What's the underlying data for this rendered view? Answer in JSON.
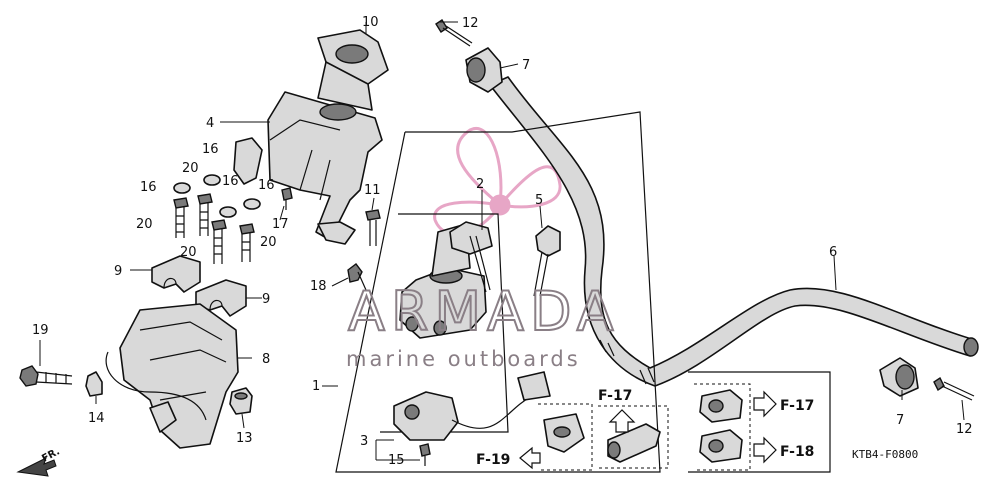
{
  "callouts": {
    "c1": "1",
    "c2": "2",
    "c3": "3",
    "c4": "4",
    "c5": "5",
    "c6": "6",
    "c7a": "7",
    "c7b": "7",
    "c8": "8",
    "c9a": "9",
    "c9b": "9",
    "c10": "10",
    "c11": "11",
    "c12a": "12",
    "c12b": "12",
    "c13": "13",
    "c14": "14",
    "c15": "15",
    "c16a": "16",
    "c16b": "16",
    "c16c": "16",
    "c16d": "16",
    "c17": "17",
    "c18": "18",
    "c19": "19",
    "c20a": "20",
    "c20b": "20",
    "c20c": "20",
    "c20d": "20"
  },
  "refs": {
    "f17_top": "F-17",
    "f17_right": "F-17",
    "f18": "F-18",
    "f19": "F-19"
  },
  "front_arrow": "FR.",
  "diagram_code": "KTB4-F0800",
  "watermark": {
    "title": "ARMADA",
    "subtitle": "marine outboards",
    "color": "#e7a6c6"
  }
}
